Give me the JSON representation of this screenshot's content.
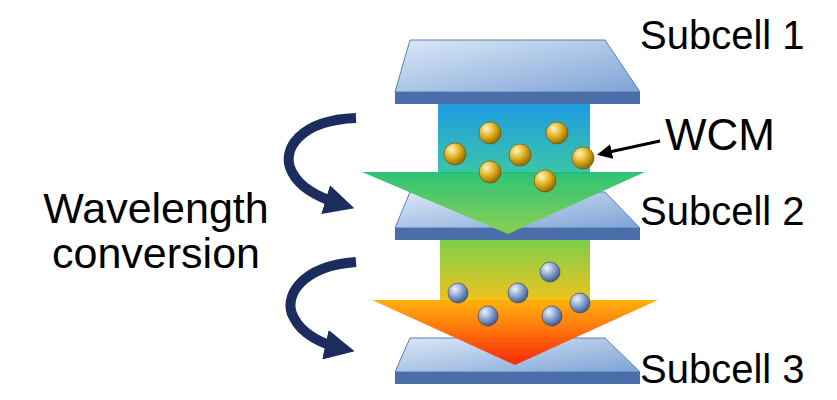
{
  "diagram": {
    "nodes": [
      {
        "text": [
          "Subcell 1"
        ]
      },
      {
        "text": [
          "Subcell 2"
        ]
      },
      {
        "text": [
          "Subcell 3"
        ]
      }
    ],
    "labels": [
      "WCM",
      "Wavelength conversion"
    ]
  }
}
